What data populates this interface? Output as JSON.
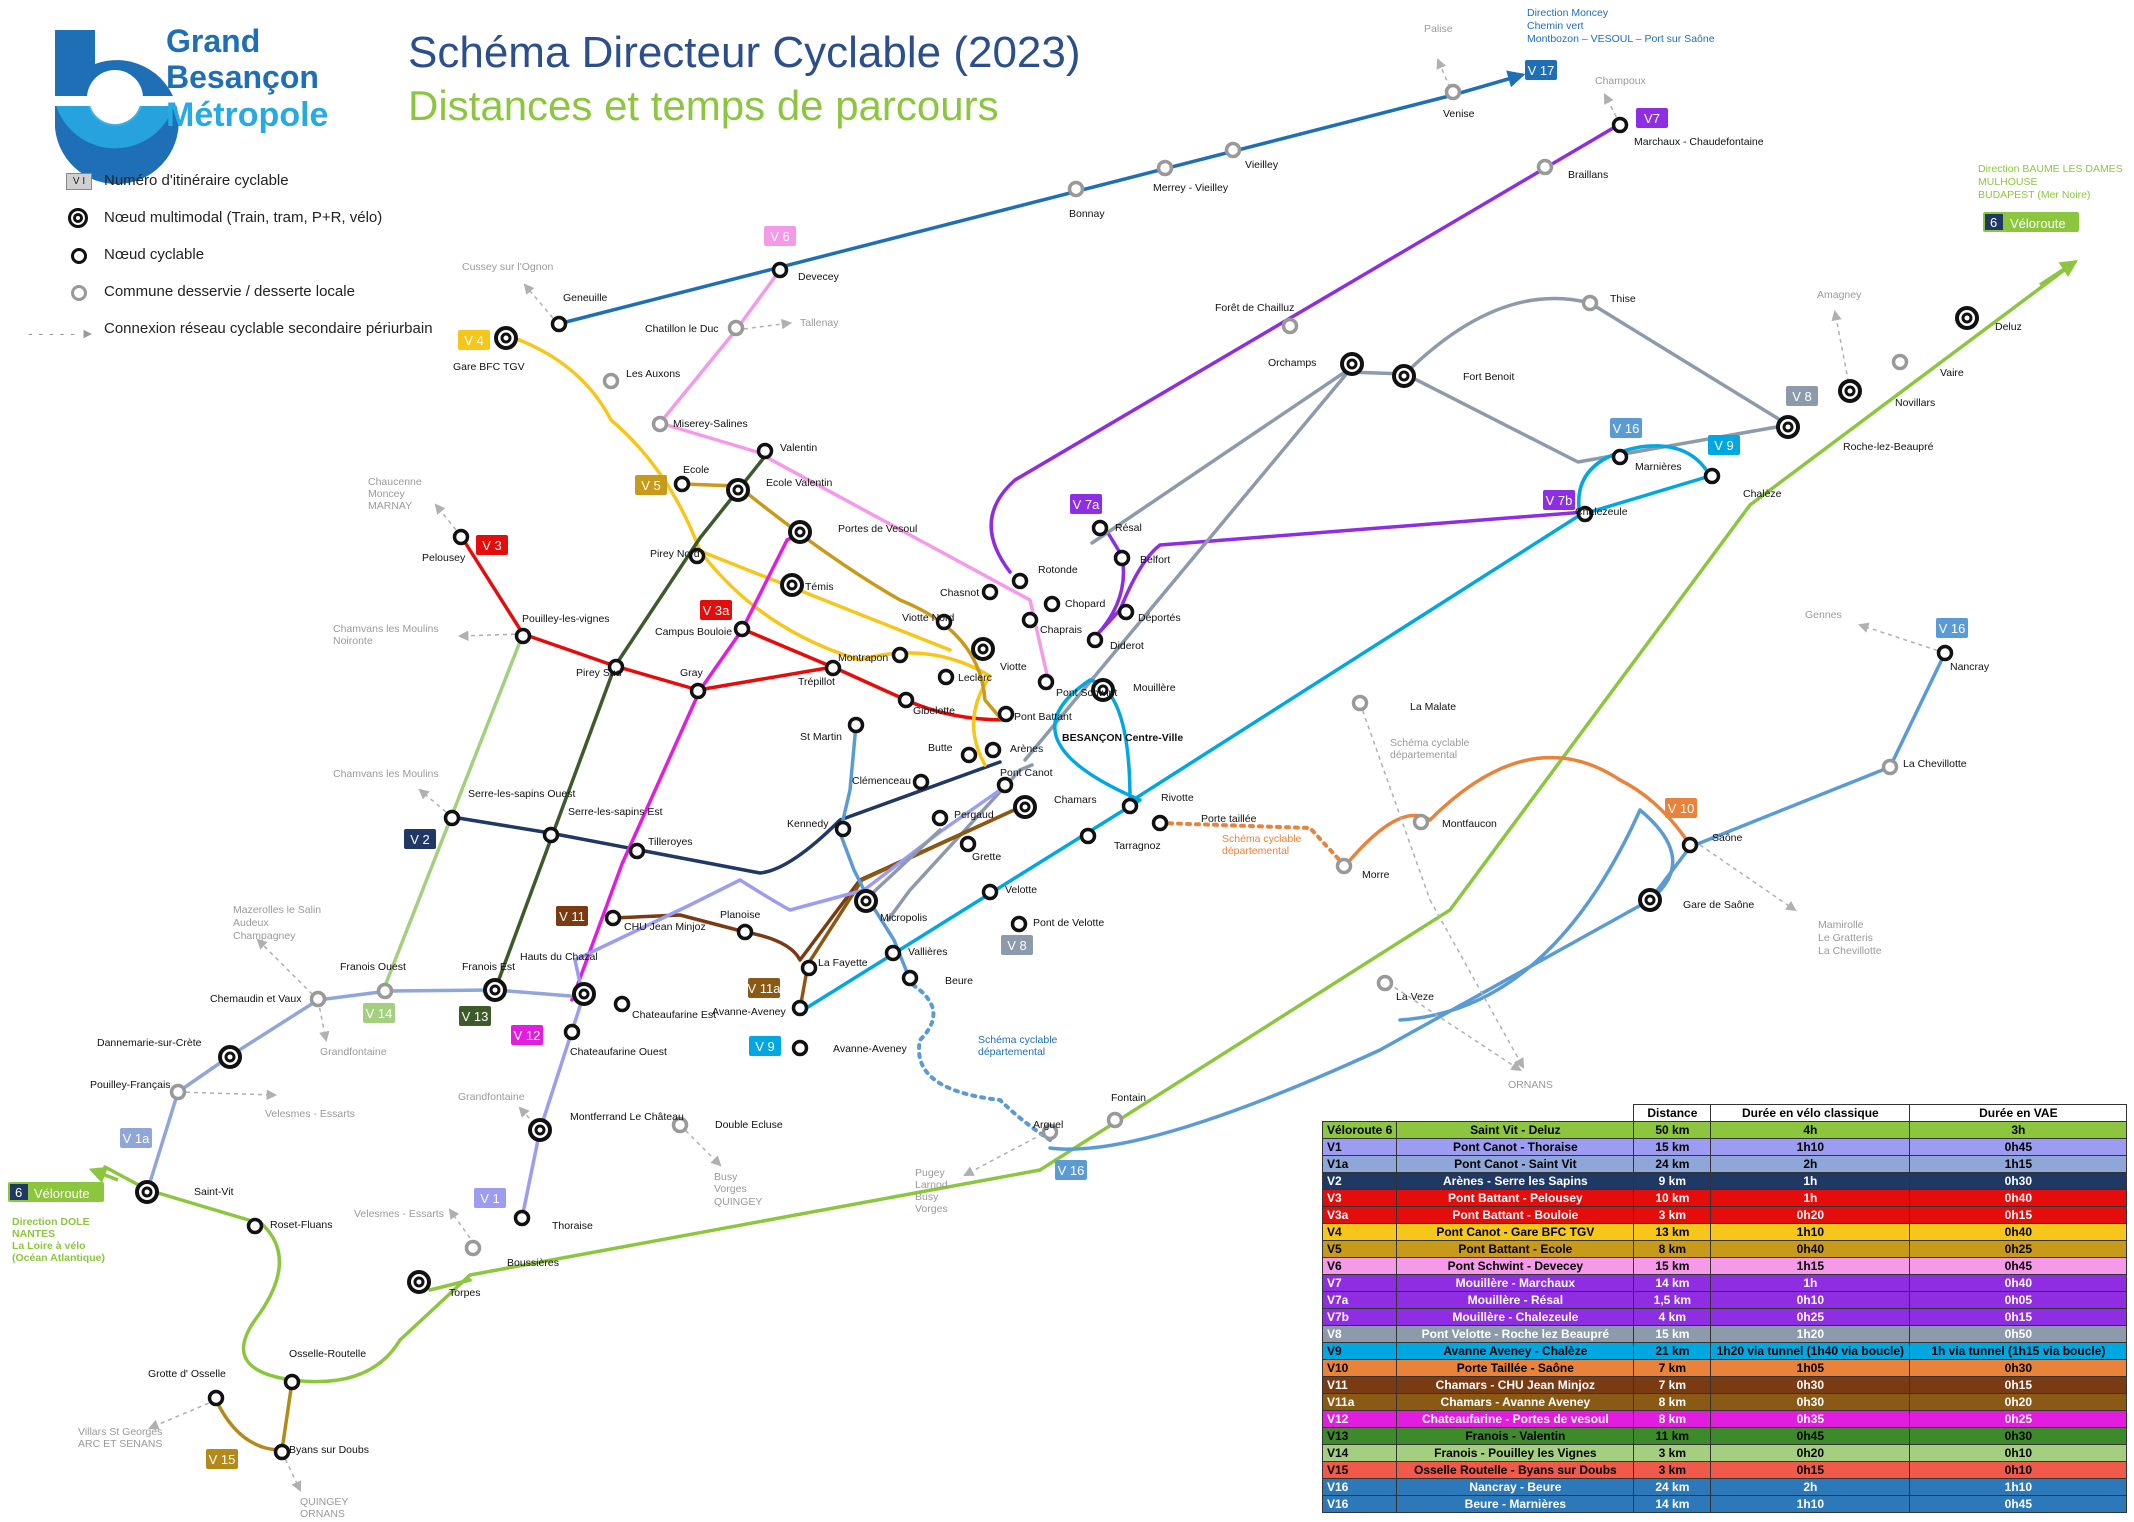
{
  "logo": {
    "line1": "Grand",
    "line2": "Besançon",
    "line3": "Métropole"
  },
  "title": "Schéma Directeur Cyclable (2023)",
  "subtitle": "Distances et temps de parcours",
  "legend": [
    {
      "icon": "route-badge-icon",
      "label": "Numéro d'itinéraire cyclable",
      "badge": "V 1"
    },
    {
      "icon": "multimodal-node-icon",
      "label": "Nœud multimodal (Train, tram, P+R, vélo)"
    },
    {
      "icon": "cycle-node-icon",
      "label": "Nœud cyclable"
    },
    {
      "icon": "served-commune-icon",
      "label": "Commune desservie / desserte locale"
    },
    {
      "icon": "dashed-arrow-icon",
      "label": "Connexion réseau cyclable secondaire périurbain"
    }
  ],
  "colors": {
    "V1": "#9b9cf2",
    "V1a": "#8fa6d9",
    "V2": "#1f3864",
    "V3": "#e50c0c",
    "V3a": "#e50c0c",
    "V4": "#f7c61a",
    "V5": "#c89a1a",
    "V6": "#f49ae8",
    "V7": "#8e2de2",
    "V8": "#8c9aac",
    "V9": "#00a7e1",
    "V10": "#e9823a",
    "V11": "#7b3b12",
    "V12": "#e21de0",
    "V13": "#3d5a2a",
    "V14": "#a3cf7f",
    "V15": "#b38a1a",
    "V16": "#5b9bd5",
    "V17": "#1f6fb6",
    "Veloroute": "#8cc63f"
  },
  "badges": [
    "V 17",
    "V7",
    "V 6",
    "V 4",
    "V 3",
    "V 2",
    "V 5",
    "V 3a",
    "V 7a",
    "V 7b",
    "V 16",
    "V 9",
    "V 8",
    "V 10",
    "V 11",
    "V 11a",
    "V 12",
    "V 13",
    "V 14",
    "V 1",
    "V 1a",
    "V 15",
    "V 16",
    "V 16",
    "V 8",
    "V 9"
  ],
  "nodes": {
    "venise": "Venise",
    "vieilley": "Vieilley",
    "merrey": "Merrey - Vieilley",
    "bonnay": "Bonnay",
    "devecey": "Devecey",
    "geneuille": "Geneuille",
    "gare_tgv": "Gare BFC TGV",
    "les_auxons": "Les Auxons",
    "chatillon": "Chatillon le Duc",
    "miserey": "Miserey-Salines",
    "valentin": "Valentin",
    "ecole": "Ecole",
    "ecole_valentin": "Ecole Valentin",
    "pelousey": "Pelousey",
    "pirey_nord": "Pirey Nord",
    "portes_vesoul": "Portes de Vesoul",
    "temis": "Témis",
    "pouilley_vignes": "Pouilley-les-vignes",
    "campus": "Campus Bouloie",
    "pirey_sud": "Pirey Sud",
    "gray": "Gray",
    "trepillot": "Trépillot",
    "montrapon": "Montrapon",
    "viotte_nord": "Viotte Nord",
    "viotte": "Viotte",
    "leclerc": "Leclerc",
    "gibelotte": "Gibelotte",
    "st_martin": "St Martin",
    "butte": "Butte",
    "arenes": "Arènes",
    "pont_battant": "Pont Battant",
    "pont_schwint": "Pont Schwint",
    "centre": "BESANÇON Centre-Ville",
    "pont_canot": "Pont Canot",
    "chamars": "Chamars",
    "clemenceau": "Clémenceau",
    "kennedy": "Kennedy",
    "pergaud": "Pergaud",
    "serre_ouest": "Serre-les-sapins Ouest",
    "serre_est": "Serre-les-sapins Est",
    "tilleroyes": "Tilleroyes",
    "grette": "Grette",
    "velotte": "Velotte",
    "pont_velotte": "Pont de Velotte",
    "micropolis": "Micropolis",
    "planoise": "Planoise",
    "chu": "CHU Jean Minjoz",
    "la_fayette": "La Fayette",
    "vallieres": "Vallières",
    "beure": "Beure",
    "avanne": "Avanne-Aveney",
    "avanne2": "Avanne-Aveney",
    "hauts_chazal": "Hauts du Chazal",
    "franois_est": "Franois Est",
    "franois_ouest": "Franois Ouest",
    "chateaufarine_est": "Chateaufarine Est",
    "chateaufarine_ouest": "Chateaufarine Ouest",
    "chemaudin": "Chemaudin et Vaux",
    "dannemarie": "Dannemarie-sur-Crète",
    "pouilley_francais": "Pouilley-Français",
    "montferrand": "Montferrand Le Château",
    "thoraise": "Thoraise",
    "boussieres": "Boussières",
    "torpes": "Torpes",
    "double_ecluse": "Double Ecluse",
    "saint_vit": "Saint-Vit",
    "roset": "Roset-Fluans",
    "osselle_routelle": "Osselle-Routelle",
    "grotte": "Grotte d' Osselle",
    "byans": "Byans sur Doubs",
    "arguel": "Arguel",
    "fontain": "Fontain",
    "la_veze": "La Veze",
    "morre": "Morre",
    "montfaucon": "Montfaucon",
    "la_malate": "La Malate",
    "gare_saone": "Gare de Saône",
    "saone": "Saône",
    "la_chevillotte": "La Chevillotte",
    "nancray": "Nancray",
    "rivotte": "Rivotte",
    "porte_taillee": "Porte taillée",
    "tarragnoz": "Tarragnoz",
    "mouillere": "Mouillère",
    "diderot": "Diderot",
    "deportes": "Déportés",
    "chaprais": "Chaprais",
    "chopard": "Chopard",
    "rotonde": "Rotonde",
    "chasnot": "Chasnot",
    "belfort": "Belfort",
    "resal": "Résal",
    "foret_chailluz": "Forêt de Chailluz",
    "orchamps": "Orchamps",
    "fort_benoit": "Fort Benoit",
    "thise": "Thise",
    "marnieres": "Marnières",
    "chalezeule": "Chalezeule",
    "chaleze": "Chalèze",
    "roche": "Roche-lez-Beaupré",
    "novillars": "Novillars",
    "vaire": "Vaire",
    "deluz": "Deluz",
    "braillans": "Braillans",
    "marchaux": "Marchaux - Chaudefontaine"
  },
  "grey_labels": {
    "palise": "Palise",
    "champoux": "Champoux",
    "cussey": "Cussey sur l'Ognon",
    "tallenay": "Tallenay",
    "amagney": "Amagney",
    "chaucenne": "Chaucenne",
    "moncey": "Moncey",
    "marnay": "MARNAY",
    "chamvans1a": "Chamvans les Moulins",
    "noironte": "Noironte",
    "chamvans2": "Chamvans les Moulins",
    "mazerolles": "Mazerolles le Salin",
    "audeux": "Audeux",
    "champagney": "Champagney",
    "grandfontaine1": "Grandfontaine",
    "velesmes1": "Velesmes - Essarts",
    "grandfontaine2": "Grandfontaine",
    "velesmes2": "Velesmes - Essarts",
    "busy": "Busy",
    "vorges": "Vorges",
    "quingey": "QUINGEY",
    "pugey": "Pugey",
    "larnod": "Larnod",
    "busy2": "Busy",
    "vorges2": "Vorges",
    "villars": "Villars St Georges",
    "arc": "ARC ET SENANS",
    "quingey2": "QUINGEY",
    "ornans2": "ORNANS",
    "ornans": "ORNANS",
    "gennes": "Gennes",
    "mamirolle": "Mamirolle",
    "gratteris": "Le Gratteris",
    "chevillotte2": "La Chevillotte"
  },
  "schema_labels": {
    "l1": "Schéma cyclable",
    "l2": "départemental"
  },
  "directions": {
    "moncey1": "Direction Moncey",
    "moncey2": "Chemin vert",
    "moncey3": "Montbozon – VESOUL – Port sur Saône",
    "baume1": "Direction BAUME LES DAMES",
    "baume2": "MULHOUSE",
    "baume3": "BUDAPEST (Mer Noire)",
    "dole1": "Direction DOLE",
    "dole2": "NANTES",
    "dole3": "La Loire à vélo",
    "dole4": "(Océan Atlantique)",
    "veloroute": "Véloroute",
    "six": "6"
  },
  "table": {
    "headers": [
      "",
      "",
      "Distance",
      "Durée en vélo classique",
      "Durée en VAE"
    ],
    "rows": [
      {
        "id": "Véloroute 6",
        "route": "Saint Vit - Deluz",
        "dist": "50 km",
        "bike": "4h",
        "vae": "3h",
        "color": "#8cc63f"
      },
      {
        "id": "V1",
        "route": "Pont Canot - Thoraise",
        "dist": "15 km",
        "bike": "1h10",
        "vae": "0h45",
        "color": "#9b9cf2"
      },
      {
        "id": "V1a",
        "route": "Pont Canot - Saint Vit",
        "dist": "24 km",
        "bike": "2h",
        "vae": "1h15",
        "color": "#8fa6d9"
      },
      {
        "id": "V2",
        "route": "Arènes - Serre les Sapins",
        "dist": "9 km",
        "bike": "1h",
        "vae": "0h30",
        "color": "#1f3864"
      },
      {
        "id": "V3",
        "route": "Pont Battant - Pelousey",
        "dist": "10 km",
        "bike": "1h",
        "vae": "0h40",
        "color": "#e50c0c"
      },
      {
        "id": "V3a",
        "route": "Pont Battant - Bouloie",
        "dist": "3 km",
        "bike": "0h20",
        "vae": "0h15",
        "color": "#e50c0c"
      },
      {
        "id": "V4",
        "route": "Pont Canot - Gare BFC TGV",
        "dist": "13 km",
        "bike": "1h10",
        "vae": "0h40",
        "color": "#f7c61a"
      },
      {
        "id": "V5",
        "route": "Pont Battant - Ecole",
        "dist": "8 km",
        "bike": "0h40",
        "vae": "0h25",
        "color": "#c89a1a"
      },
      {
        "id": "V6",
        "route": "Pont Schwint - Devecey",
        "dist": "15 km",
        "bike": "1h15",
        "vae": "0h45",
        "color": "#f49ae8"
      },
      {
        "id": "V7",
        "route": "Mouillère - Marchaux",
        "dist": "14 km",
        "bike": "1h",
        "vae": "0h40",
        "color": "#8e2de2"
      },
      {
        "id": "V7a",
        "route": "Mouillère - Résal",
        "dist": "1,5 km",
        "bike": "0h10",
        "vae": "0h05",
        "color": "#8e2de2"
      },
      {
        "id": "V7b",
        "route": "Mouillère - Chalezeule",
        "dist": "4 km",
        "bike": "0h25",
        "vae": "0h15",
        "color": "#8e2de2"
      },
      {
        "id": "V8",
        "route": "Pont Velotte - Roche lez Beaupré",
        "dist": "15 km",
        "bike": "1h20",
        "vae": "0h50",
        "color": "#8c9aac"
      },
      {
        "id": "V9",
        "route": "Avanne Aveney - Chalèze",
        "dist": "21 km",
        "bike": "1h20 via tunnel (1h40 via boucle)",
        "vae": "1h via tunnel (1h15 via boucle)",
        "color": "#00a7e1"
      },
      {
        "id": "V10",
        "route": "Porte Taillée - Saône",
        "dist": "7 km",
        "bike": "1h05",
        "vae": "0h30",
        "color": "#e9823a"
      },
      {
        "id": "V11",
        "route": "Chamars - CHU Jean Minjoz",
        "dist": "7 km",
        "bike": "0h30",
        "vae": "0h15",
        "color": "#7b3b12"
      },
      {
        "id": "V11a",
        "route": "Chamars - Avanne Aveney",
        "dist": "8 km",
        "bike": "0h30",
        "vae": "0h20",
        "color": "#8a5a14"
      },
      {
        "id": "V12",
        "route": "Chateaufarine - Portes de vesoul",
        "dist": "8 km",
        "bike": "0h35",
        "vae": "0h25",
        "color": "#e21de0"
      },
      {
        "id": "V13",
        "route": "Franois - Valentin",
        "dist": "11 km",
        "bike": "0h45",
        "vae": "0h30",
        "color": "#3d8a2a"
      },
      {
        "id": "V14",
        "route": "Franois - Pouilley les Vignes",
        "dist": "3 km",
        "bike": "0h20",
        "vae": "0h10",
        "color": "#a3cf7f"
      },
      {
        "id": "V15",
        "route": "Osselle Routelle - Byans sur Doubs",
        "dist": "3 km",
        "bike": "0h15",
        "vae": "0h10",
        "color": "#f05a4a"
      },
      {
        "id": "V16",
        "route": "Nancray - Beure",
        "dist": "24 km",
        "bike": "2h",
        "vae": "1h10",
        "color": "#2d78b8"
      },
      {
        "id": "V16",
        "route": "Beure - Marnières",
        "dist": "14 km",
        "bike": "1h10",
        "vae": "0h45",
        "color": "#2d78b8"
      }
    ]
  }
}
